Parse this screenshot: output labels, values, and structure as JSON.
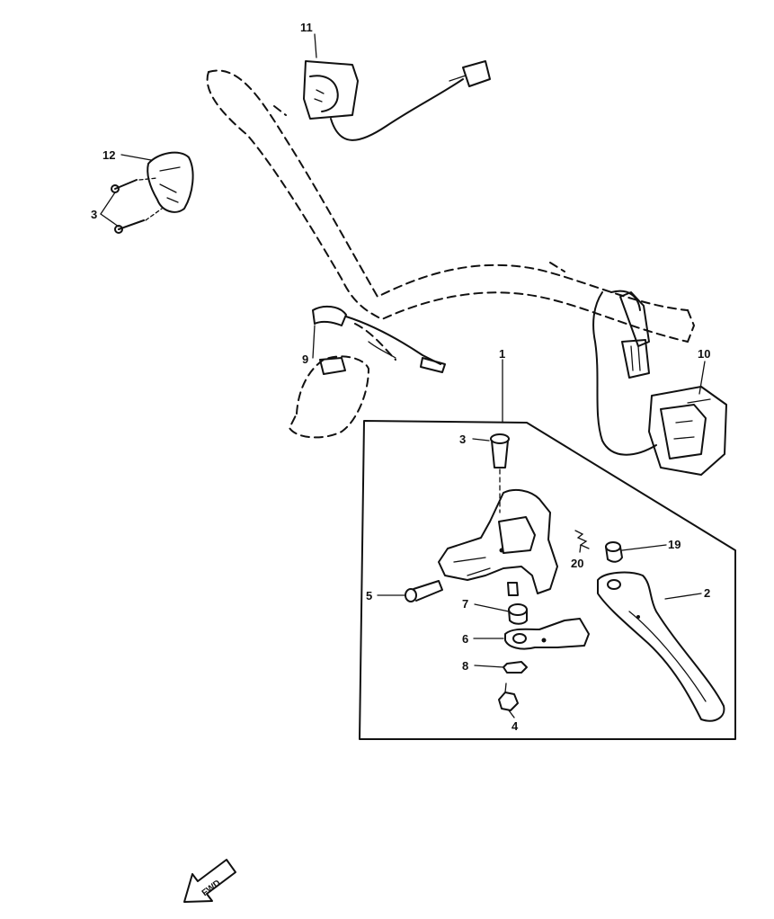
{
  "callouts": {
    "c1": "1",
    "c2": "2",
    "c3a": "3",
    "c3b": "3",
    "c4": "4",
    "c5": "5",
    "c6": "6",
    "c7": "7",
    "c8": "8",
    "c9": "9",
    "c10": "10",
    "c11": "11",
    "c12": "12",
    "c19": "19",
    "c20": "20"
  },
  "fwd_label": "FWD"
}
